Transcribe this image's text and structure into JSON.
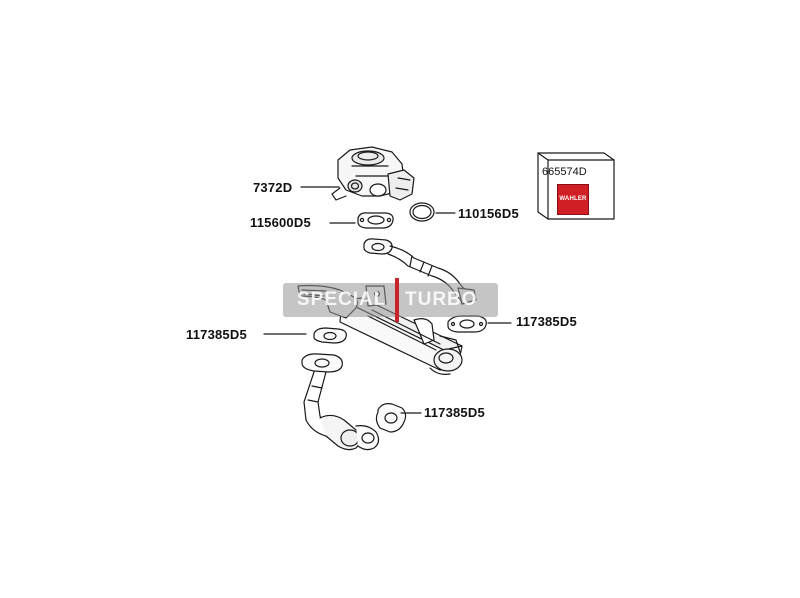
{
  "parts": {
    "egr_valve": "7372D",
    "valve_gasket": "115600D5",
    "o_ring": "110156D5",
    "cooler_gasket_left": "117385D5",
    "cooler_gasket_right": "117385D5",
    "pipe_gasket_lower": "117385D5"
  },
  "kit": {
    "code": "665574D",
    "logo_text": "WAHLER"
  },
  "watermark": {
    "left_text": "SPECIAL",
    "right_text": "TURBO"
  },
  "colors": {
    "line": "#1a1a1a",
    "brand_red": "#d11f26",
    "watermark_bar": "#969696"
  },
  "icons": [
    "egr-valve-icon",
    "gasket-icon",
    "o-ring-icon",
    "egr-cooler-icon",
    "pipe-icon",
    "kit-box-icon"
  ]
}
